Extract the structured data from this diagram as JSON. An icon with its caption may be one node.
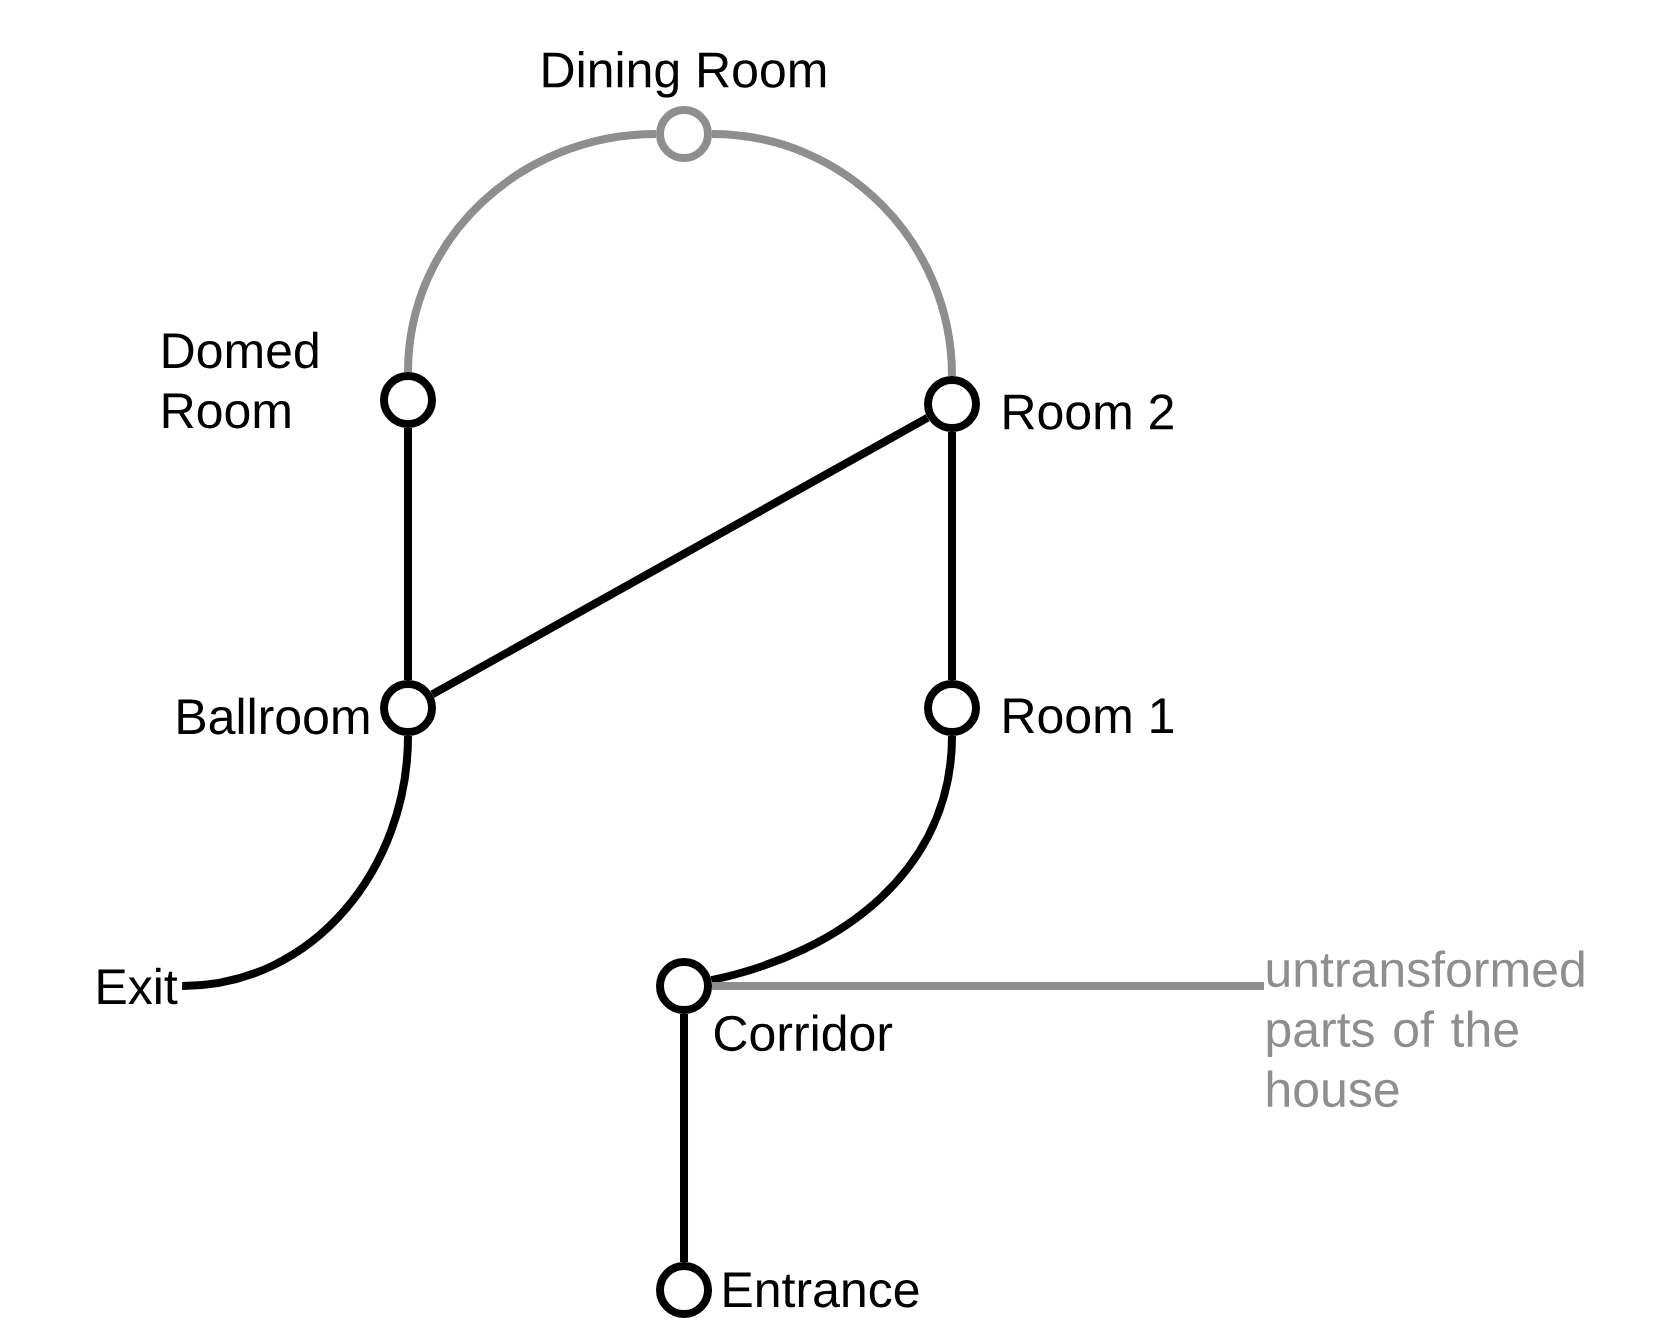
{
  "diagram": {
    "nodes": [
      {
        "text": [],
        "shape": "circle",
        "beside": [
          "Dining Room"
        ]
      },
      {
        "text": [],
        "shape": "circle",
        "beside": [
          "Domed Room"
        ]
      },
      {
        "text": [],
        "shape": "circle",
        "beside": [
          "Room 2"
        ]
      },
      {
        "text": [],
        "shape": "circle",
        "beside": [
          "Ballroom"
        ]
      },
      {
        "text": [],
        "shape": "circle",
        "beside": [
          "Room 1"
        ]
      },
      {
        "text": [
          "Exit"
        ]
      },
      {
        "text": [],
        "shape": "circle",
        "beside": [
          "Corridor"
        ]
      },
      {
        "text": [
          "untransformed parts of the house"
        ]
      },
      {
        "text": [],
        "shape": "circle",
        "beside": [
          "Entrance"
        ]
      }
    ],
    "edges": [
      {
        "from": 1,
        "to": 0,
        "arrow": "none",
        "color": "#8e8e8e"
      },
      {
        "from": 0,
        "to": 2,
        "arrow": "none",
        "color": "#8e8e8e"
      },
      {
        "from": 1,
        "to": 3,
        "arrow": "none"
      },
      {
        "from": 3,
        "to": 2,
        "arrow": "none"
      },
      {
        "from": 2,
        "to": 4,
        "arrow": "none"
      },
      {
        "from": 3,
        "to": 5,
        "arrow": "none"
      },
      {
        "from": 4,
        "to": 6,
        "arrow": "none"
      },
      {
        "from": 6,
        "to": 7,
        "arrow": "none",
        "color": "#8e8e8e"
      },
      {
        "from": 6,
        "to": 8,
        "arrow": "none"
      }
    ]
  }
}
